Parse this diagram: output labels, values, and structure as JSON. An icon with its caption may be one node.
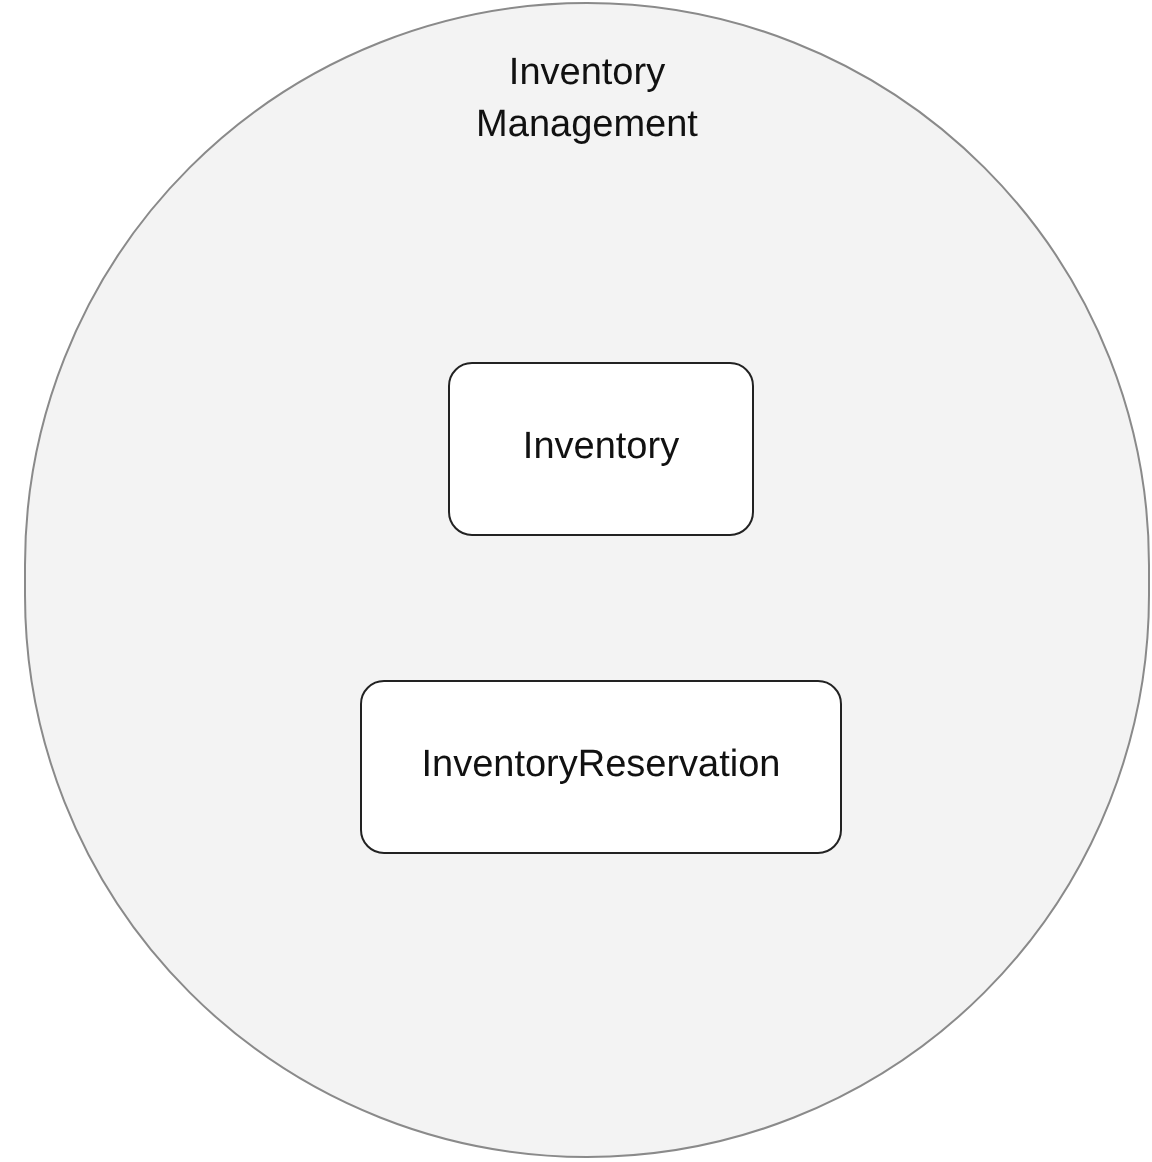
{
  "diagram": {
    "nodes": [
      {
        "text": [
          "Inventory Management"
        ]
      },
      {
        "text": [
          "Inventory"
        ],
        "in": 0
      },
      {
        "text": [
          "InventoryReservation"
        ],
        "in": 0
      }
    ]
  }
}
